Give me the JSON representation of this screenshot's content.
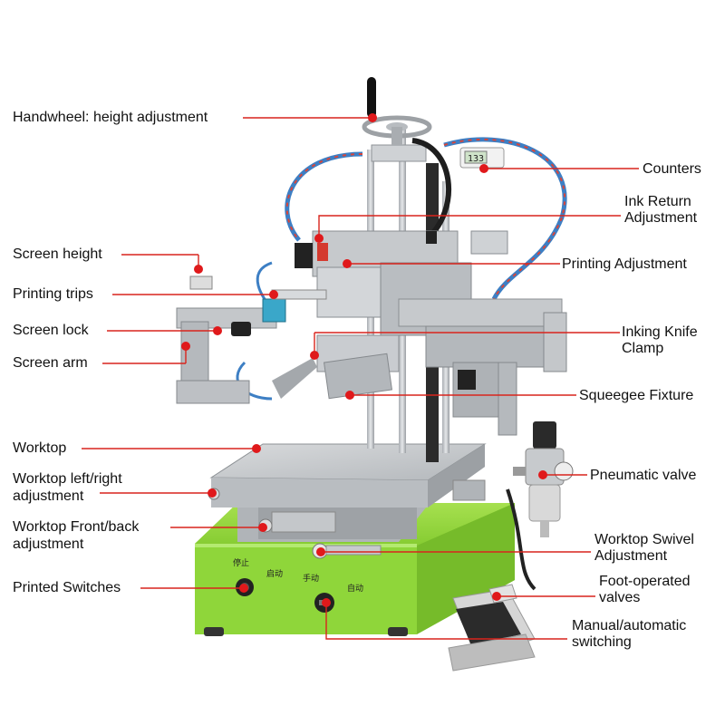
{
  "colors": {
    "leader": "#d9241d",
    "dot": "#e0191b",
    "base_green": "#8fd63a",
    "base_green_dark": "#6fb325",
    "metal": "#c9ccd0",
    "metal_dark": "#8e9296",
    "hose_blue": "#3d7fc4",
    "hose_red": "#d8453a",
    "cable_black": "#1e1e1e"
  },
  "labels": {
    "handwheel": "Handwheel: height adjustment",
    "counters": "Counters",
    "ink_return_1": "Ink Return",
    "ink_return_2": "Adjustment",
    "screen_height": "Screen height",
    "printing_adjustment": "Printing Adjustment",
    "printing_trips": "Printing trips",
    "screen_lock": "Screen lock",
    "inking_knife_1": "Inking Knife",
    "inking_knife_2": "Clamp",
    "screen_arm": "Screen arm",
    "squeegee_fixture": "Squeegee Fixture",
    "worktop": "Worktop",
    "pneumatic_valve": "Pneumatic valve",
    "worktop_lr_1": "Worktop left/right",
    "worktop_lr_2": "adjustment",
    "worktop_fb_1": "Worktop Front/back",
    "worktop_fb_2": "adjustment",
    "worktop_swivel_1": "Worktop Swivel",
    "worktop_swivel_2": "Adjustment",
    "printed_switches": "Printed Switches",
    "foot_valves_1": "Foot-operated",
    "foot_valves_2": "valves",
    "manual_auto_1": "Manual/automatic",
    "manual_auto_2": "switching"
  },
  "machine_text": {
    "stop": "停止",
    "start": "启动",
    "manual": "手动",
    "auto": "自动",
    "counter_display": "133"
  }
}
